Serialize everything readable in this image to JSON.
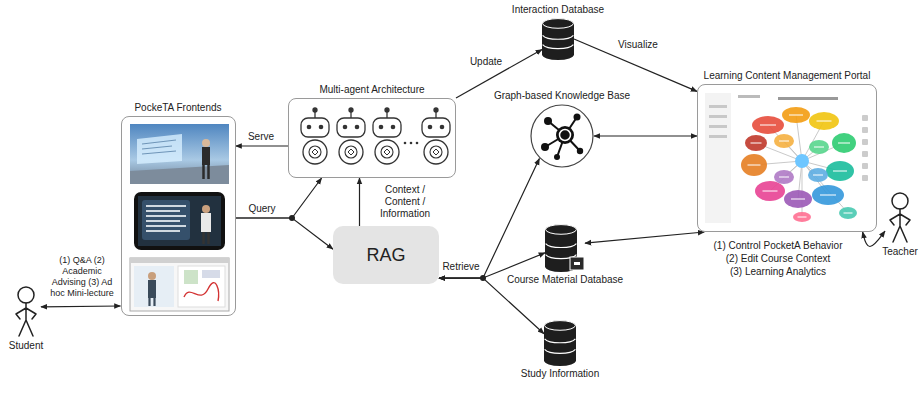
{
  "diagram": {
    "nodes": [
      {
        "text": [
          "Student"
        ]
      },
      {
        "text": [
          "PockeTA Frontends"
        ]
      },
      {
        "text": [
          "Multi-agent Architecture"
        ]
      },
      {
        "text": [
          "RAG"
        ]
      },
      {
        "text": [
          "Interaction Database"
        ]
      },
      {
        "text": [
          "Graph-based Knowledge Base"
        ]
      },
      {
        "text": [
          "Course Material Database"
        ]
      },
      {
        "text": [
          "Study Information"
        ]
      },
      {
        "text": [
          "Learning Content Management Portal"
        ]
      },
      {
        "text": [
          "Teacher"
        ]
      }
    ],
    "edges": [
      {
        "from": 0,
        "to": 1,
        "arrow": "both",
        "label": "(1) Q&A (2) Academic Advising (3) Ad hoc Mini-lecture"
      },
      {
        "from": 2,
        "to": 1,
        "arrow": "to",
        "label": "Serve"
      },
      {
        "from": 1,
        "to": 2,
        "arrow": "to",
        "label": "Query"
      },
      {
        "from": 1,
        "to": 3,
        "arrow": "to"
      },
      {
        "from": 3,
        "to": 2,
        "arrow": "to",
        "label": "Context / Content / Information"
      },
      {
        "from": 2,
        "to": 4,
        "arrow": "to",
        "label": "Update"
      },
      {
        "from": 4,
        "to": 8,
        "arrow": "to",
        "label": "Visualize"
      },
      {
        "from": 3,
        "to": 5,
        "arrow": "both",
        "label": "Retrieve"
      },
      {
        "from": 3,
        "to": 6,
        "arrow": "both"
      },
      {
        "from": 3,
        "to": 7,
        "arrow": "both"
      },
      {
        "from": 5,
        "to": 8,
        "arrow": "both"
      },
      {
        "from": 6,
        "to": 8,
        "arrow": "both"
      },
      {
        "from": 8,
        "to": 9,
        "arrow": "both"
      }
    ],
    "labels": [
      "(1) Control PocketA Behavior",
      "(2) Edit Course Context",
      "(3) Learning Analytics"
    ]
  }
}
